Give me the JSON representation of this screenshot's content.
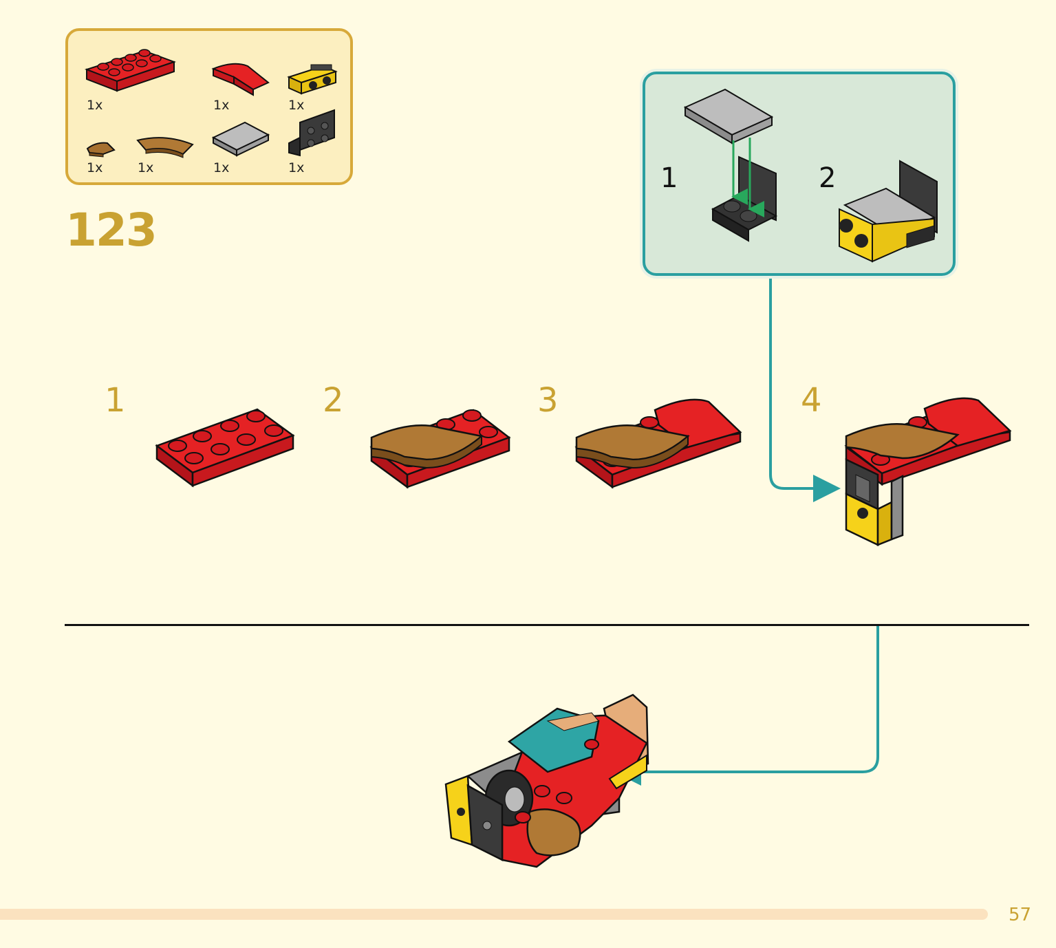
{
  "parts_list": {
    "items": [
      {
        "part": "red-plate-2x4",
        "qty": "1x"
      },
      {
        "part": "red-curved-slope",
        "qty": "1x"
      },
      {
        "part": "yellow-bracket",
        "qty": "1x"
      },
      {
        "part": "brown-small-curved-tile",
        "qty": "1x"
      },
      {
        "part": "brown-arc-tile",
        "qty": "1x"
      },
      {
        "part": "grey-tile-2x2",
        "qty": "1x"
      },
      {
        "part": "black-bracket",
        "qty": "1x"
      }
    ]
  },
  "step": {
    "number": "123"
  },
  "callout": {
    "steps": [
      {
        "number": "1"
      },
      {
        "number": "2"
      }
    ]
  },
  "sub_steps": [
    {
      "number": "1"
    },
    {
      "number": "2"
    },
    {
      "number": "3"
    },
    {
      "number": "4"
    }
  ],
  "footer": {
    "page_number": "57"
  },
  "colors": {
    "background": "#fffbe3",
    "accent_gold": "#c9a232",
    "callout_border": "#2a9fa0",
    "lego_red": "#d9161c",
    "lego_yellow": "#f6d21a",
    "lego_brown": "#a0692e",
    "lego_grey": "#b9b9b9",
    "lego_black": "#333333"
  }
}
